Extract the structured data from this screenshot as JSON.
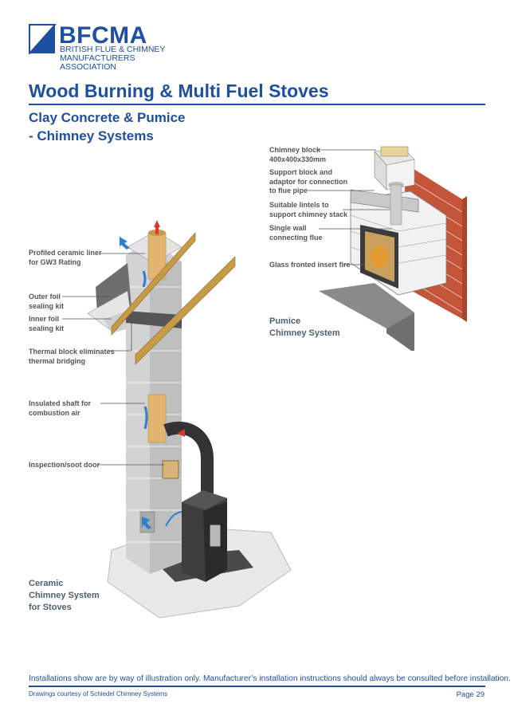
{
  "header": {
    "brand_name": "BFCMA",
    "brand_sub": [
      "BRITISH FLUE & CHIMNEY",
      "MANUFACTURERS",
      "ASSOCIATION"
    ],
    "title": "Wood Burning & Multi Fuel Stoves",
    "subtitle_line1": "Clay Concrete & Pumice",
    "subtitle_line2": "- Chimney Systems"
  },
  "pumice": {
    "labels": [
      [
        "Chimney block",
        "400x400x330mm"
      ],
      [
        "Support block and",
        "adaptor for connection",
        "to flue pipe"
      ],
      [
        "Suitable lintels to",
        "support chimney stack"
      ],
      [
        "Single wall",
        "connecting flue"
      ],
      [
        "Glass fronted insert fire"
      ]
    ],
    "system_title": [
      "Pumice",
      "Chimney System"
    ]
  },
  "ceramic": {
    "labels": [
      [
        "Profiled ceramic liner",
        "for GW3 Rating"
      ],
      [
        "Outer foil",
        "sealing kit"
      ],
      [
        "Inner foil",
        "sealing kit"
      ],
      [
        "Thermal block eliminates",
        "thermal bridging"
      ],
      [
        "Insulated shaft for",
        "combustion air"
      ],
      [
        "Inspection/soot door"
      ]
    ],
    "system_title": [
      "Ceramic",
      "Chimney System",
      "for Stoves"
    ]
  },
  "footer": {
    "disclaimer": "Installations show are by way of illustration only. Manufacturer’s installation instructions should always be consulted before installation.",
    "credit": "Drawings courtesy of Schiedel Chimney Systems",
    "page": "Page 29"
  },
  "colors": {
    "brand_blue": "#1f4fa0"
  }
}
